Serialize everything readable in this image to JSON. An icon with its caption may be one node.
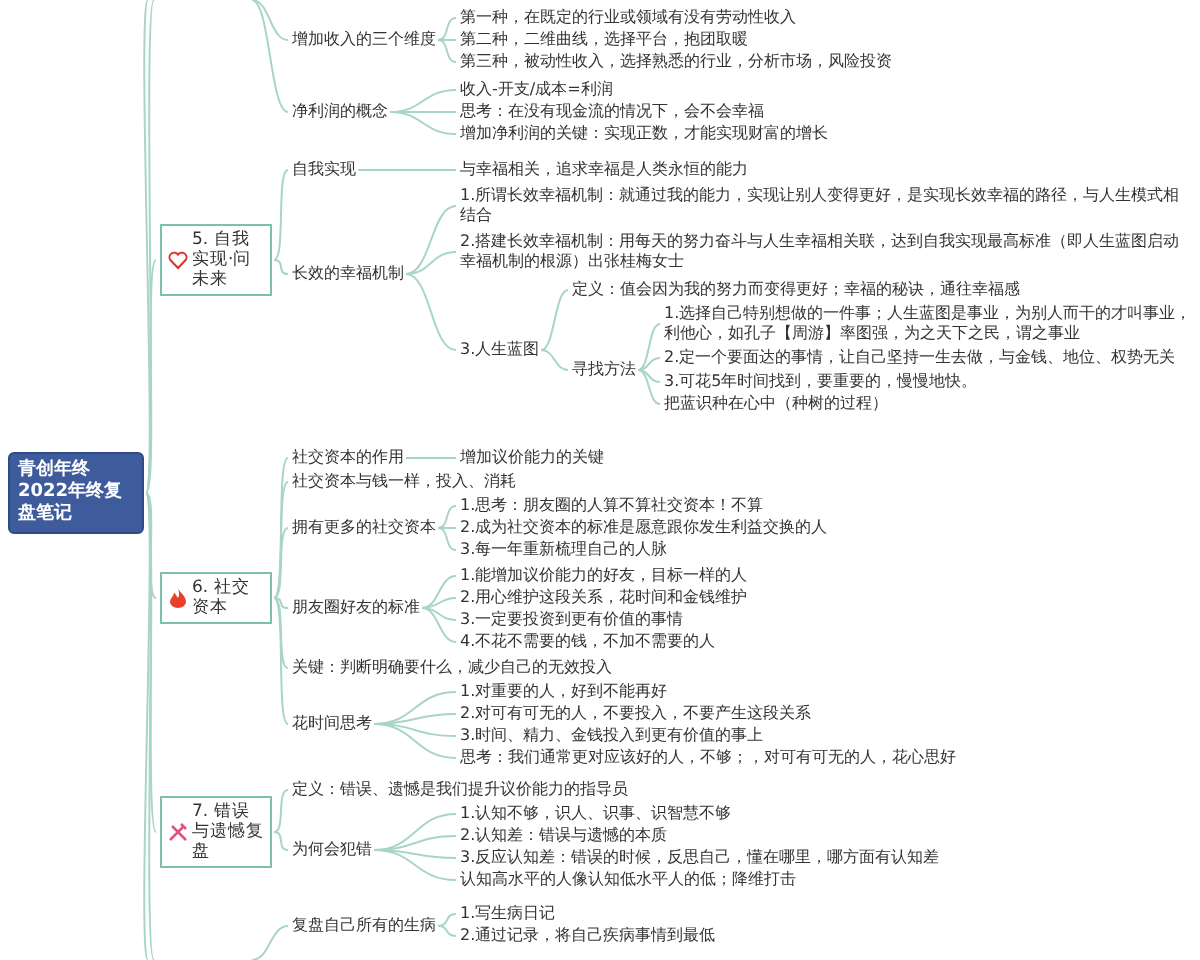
{
  "diagram": {
    "nodes": [
      {
        "text": [
          "青创年终2022年终复盘笔记"
        ]
      },
      {
        "text": [
          "增加收入的三个维度"
        ]
      },
      {
        "text": [
          "第一种，在既定的行业或领域有没有劳动性收入"
        ]
      },
      {
        "text": [
          "第二种，二维曲线，选择平台，抱团取暖"
        ]
      },
      {
        "text": [
          "第三种，被动性收入，选择熟悉的行业，分析市场，风险投资"
        ]
      },
      {
        "text": [
          "净利润的概念"
        ]
      },
      {
        "text": [
          "收入-开支/成本=利润"
        ]
      },
      {
        "text": [
          "思考：在没有现金流的情况下，会不会幸福"
        ]
      },
      {
        "text": [
          "增加净利润的关键：实现正数，才能实现财富的增长"
        ]
      },
      {
        "text": [
          "5. 自我实现·问未来"
        ]
      },
      {
        "text": [
          "自我实现"
        ]
      },
      {
        "text": [
          "与幸福相关，追求幸福是人类永恒的能力"
        ]
      },
      {
        "text": [
          "长效的幸福机制"
        ]
      },
      {
        "text": [
          "1.所谓长效幸福机制：就通过我的能力，实现让别人变得更好，是实现长效幸福的路径，与人生模式相结合"
        ]
      },
      {
        "text": [
          "2.搭建长效幸福机制：用每天的努力奋斗与人生幸福相关联，达到自我实现最高标准（即人生蓝图启动幸福机制的根源）出张桂梅女士"
        ]
      },
      {
        "text": [
          "3.人生蓝图"
        ]
      },
      {
        "text": [
          "定义：值会因为我的努力而变得更好；幸福的秘诀，通往幸福感"
        ]
      },
      {
        "text": [
          "寻找方法"
        ]
      },
      {
        "text": [
          "1.选择自己特别想做的一件事；人生蓝图是事业，为别人而干的才叫事业，利他心，如孔子【周游】率图强，为之天下之民，谓之事业"
        ]
      },
      {
        "text": [
          "2.定一个要面达的事情，让自己坚持一生去做，与金钱、地位、权势无关"
        ]
      },
      {
        "text": [
          "3.可花5年时间找到，要重要的，慢慢地快。"
        ]
      },
      {
        "text": [
          "把蓝识种在心中（种树的过程）"
        ]
      },
      {
        "text": [
          "6. 社交资本"
        ]
      },
      {
        "text": [
          "社交资本的作用"
        ]
      },
      {
        "text": [
          "增加议价能力的关键"
        ]
      },
      {
        "text": [
          "社交资本与钱一样，投入、消耗"
        ]
      },
      {
        "text": [
          "拥有更多的社交资本"
        ]
      },
      {
        "text": [
          "1.思考：朋友圈的人算不算社交资本！不算"
        ]
      },
      {
        "text": [
          "2.成为社交资本的标准是愿意跟你发生利益交换的人"
        ]
      },
      {
        "text": [
          "3.每一年重新梳理自己的人脉"
        ]
      },
      {
        "text": [
          "朋友圈好友的标准"
        ]
      },
      {
        "text": [
          "1.能增加议价能力的好友，目标一样的人"
        ]
      },
      {
        "text": [
          "2.用心维护这段关系，花时间和金钱维护"
        ]
      },
      {
        "text": [
          "3.一定要投资到更有价值的事情"
        ]
      },
      {
        "text": [
          "4.不花不需要的钱，不加不需要的人"
        ]
      },
      {
        "text": [
          "关键：判断明确要什么，减少自己的无效投入"
        ]
      },
      {
        "text": [
          "花时间思考"
        ]
      },
      {
        "text": [
          "1.对重要的人，好到不能再好"
        ]
      },
      {
        "text": [
          "2.对可有可无的人，不要投入，不要产生这段关系"
        ]
      },
      {
        "text": [
          "3.时间、精力、金钱投入到更有价值的事上"
        ]
      },
      {
        "text": [
          "思考：我们通常更对应该好的人，不够；，对可有可无的人，花心思好"
        ]
      },
      {
        "text": [
          "7. 错误与遗憾复盘"
        ]
      },
      {
        "text": [
          "定义：错误、遗憾是我们提升议价能力的指导员"
        ]
      },
      {
        "text": [
          "为何会犯错"
        ]
      },
      {
        "text": [
          "1.认知不够，识人、识事、识智慧不够"
        ]
      },
      {
        "text": [
          "2.认知差：错误与遗憾的本质"
        ]
      },
      {
        "text": [
          "3.反应认知差：错误的时候，反思自己，懂在哪里，哪方面有认知差"
        ]
      },
      {
        "text": [
          "认知高水平的人像认知低水平人的低；降维打击"
        ]
      },
      {
        "text": [
          "复盘自己所有的生病"
        ]
      },
      {
        "text": [
          "1.写生病日记"
        ]
      },
      {
        "text": [
          "2.通过记录，将自己疾病事情到最低"
        ]
      }
    ],
    "edges": [
      {
        "from": 0,
        "to": null,
        "arrow": "none"
      },
      {
        "from": 0,
        "to": null,
        "arrow": "none"
      },
      {
        "from": null,
        "to": 1,
        "arrow": "none"
      },
      {
        "from": null,
        "to": 5,
        "arrow": "none"
      },
      {
        "from": 1,
        "to": 2,
        "arrow": "none"
      },
      {
        "from": 1,
        "to": 3,
        "arrow": "none"
      },
      {
        "from": 1,
        "to": 4,
        "arrow": "none"
      },
      {
        "from": 5,
        "to": 6,
        "arrow": "none"
      },
      {
        "from": 5,
        "to": 7,
        "arrow": "none"
      },
      {
        "from": 5,
        "to": 8,
        "arrow": "none"
      },
      {
        "from": 0,
        "to": 9,
        "arrow": "none"
      },
      {
        "from": 9,
        "to": 10,
        "arrow": "none"
      },
      {
        "from": 10,
        "to": 11,
        "arrow": "none"
      },
      {
        "from": 9,
        "to": 12,
        "arrow": "none"
      },
      {
        "from": 12,
        "to": 13,
        "arrow": "none"
      },
      {
        "from": 12,
        "to": 14,
        "arrow": "none"
      },
      {
        "from": 12,
        "to": 15,
        "arrow": "none"
      },
      {
        "from": 15,
        "to": 16,
        "arrow": "none"
      },
      {
        "from": 15,
        "to": 17,
        "arrow": "none"
      },
      {
        "from": 17,
        "to": 18,
        "arrow": "none"
      },
      {
        "from": 17,
        "to": 19,
        "arrow": "none"
      },
      {
        "from": 17,
        "to": 20,
        "arrow": "none"
      },
      {
        "from": 17,
        "to": 21,
        "arrow": "none"
      },
      {
        "from": 0,
        "to": 22,
        "arrow": "none"
      },
      {
        "from": 22,
        "to": 23,
        "arrow": "none"
      },
      {
        "from": 23,
        "to": 24,
        "arrow": "none"
      },
      {
        "from": 22,
        "to": 25,
        "arrow": "none"
      },
      {
        "from": 22,
        "to": 26,
        "arrow": "none"
      },
      {
        "from": 26,
        "to": 27,
        "arrow": "none"
      },
      {
        "from": 26,
        "to": 28,
        "arrow": "none"
      },
      {
        "from": 26,
        "to": 29,
        "arrow": "none"
      },
      {
        "from": 22,
        "to": 30,
        "arrow": "none"
      },
      {
        "from": 30,
        "to": 31,
        "arrow": "none"
      },
      {
        "from": 30,
        "to": 32,
        "arrow": "none"
      },
      {
        "from": 30,
        "to": 33,
        "arrow": "none"
      },
      {
        "from": 30,
        "to": 34,
        "arrow": "none"
      },
      {
        "from": 22,
        "to": 35,
        "arrow": "none"
      },
      {
        "from": 22,
        "to": 36,
        "arrow": "none"
      },
      {
        "from": 36,
        "to": 37,
        "arrow": "none"
      },
      {
        "from": 36,
        "to": 38,
        "arrow": "none"
      },
      {
        "from": 36,
        "to": 39,
        "arrow": "none"
      },
      {
        "from": 36,
        "to": 40,
        "arrow": "none"
      },
      {
        "from": 0,
        "to": 41,
        "arrow": "none"
      },
      {
        "from": 41,
        "to": 42,
        "arrow": "none"
      },
      {
        "from": 41,
        "to": 43,
        "arrow": "none"
      },
      {
        "from": 43,
        "to": 44,
        "arrow": "none"
      },
      {
        "from": 43,
        "to": 45,
        "arrow": "none"
      },
      {
        "from": 43,
        "to": 46,
        "arrow": "none"
      },
      {
        "from": 43,
        "to": 47,
        "arrow": "none"
      },
      {
        "from": null,
        "to": 48,
        "arrow": "none"
      },
      {
        "from": 48,
        "to": 49,
        "arrow": "none"
      },
      {
        "from": 48,
        "to": 50,
        "arrow": "none"
      },
      {
        "from": 0,
        "to": null,
        "arrow": "none"
      },
      {
        "from": 0,
        "to": null,
        "arrow": "none"
      }
    ]
  }
}
